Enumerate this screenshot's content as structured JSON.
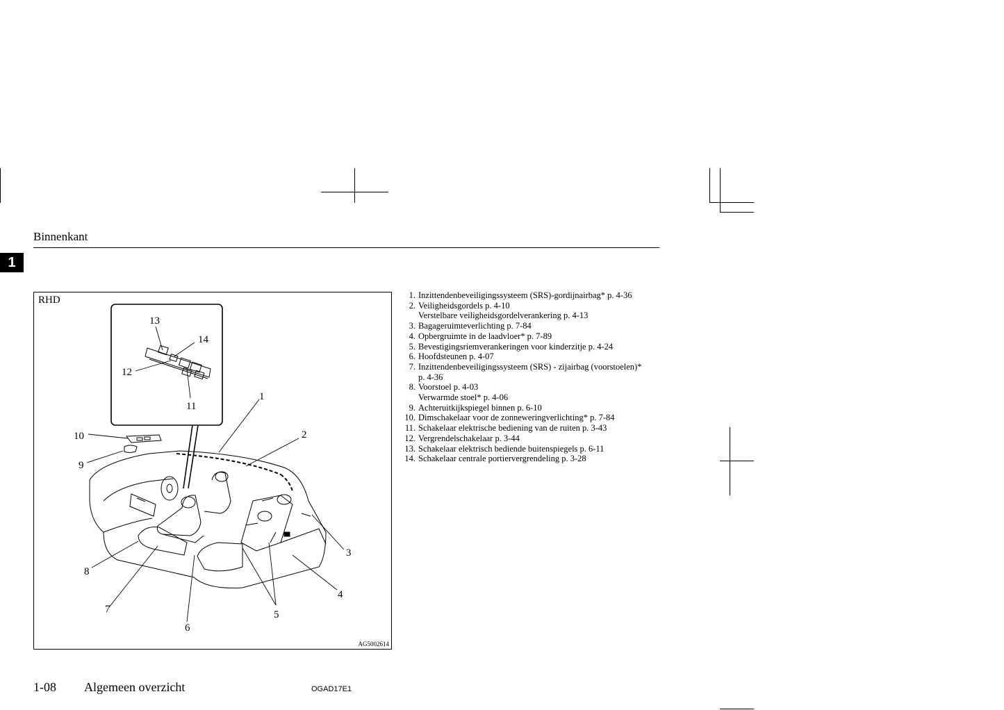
{
  "header": {
    "section_title": "Binnenkant",
    "chapter_number": "1"
  },
  "figure": {
    "label": "RHD",
    "code": "AG5002614",
    "callouts": [
      "1",
      "2",
      "3",
      "4",
      "5",
      "6",
      "7",
      "8",
      "9",
      "10",
      "11",
      "12",
      "13",
      "14"
    ]
  },
  "legend": [
    {
      "num": "1.",
      "text": "Inzittendenbeveiligingssysteem (SRS)-gordijnairbag* p. 4-36",
      "sub": []
    },
    {
      "num": "2.",
      "text": "Veiligheidsgordels p. 4-10",
      "sub": [
        "Verstelbare veiligheidsgordelverankering p. 4-13"
      ]
    },
    {
      "num": "3.",
      "text": "Bagageruimteverlichting p. 7-84",
      "sub": []
    },
    {
      "num": "4.",
      "text": "Opbergruimte in de laadvloer* p. 7-89",
      "sub": []
    },
    {
      "num": "5.",
      "text": "Bevestigingsriemverankeringen voor kinderzitje p. 4-24",
      "sub": []
    },
    {
      "num": "6.",
      "text": "Hoofdsteunen p. 4-07",
      "sub": []
    },
    {
      "num": "7.",
      "text": "Inzittendenbeveiligingssysteem (SRS) - zijairbag (voorstoelen)*",
      "sub": [
        "p. 4-36"
      ]
    },
    {
      "num": "8.",
      "text": "Voorstoel p. 4-03",
      "sub": [
        "Verwarmde stoel* p. 4-06"
      ]
    },
    {
      "num": "9.",
      "text": "Achteruitkijkspiegel binnen p. 6-10",
      "sub": []
    },
    {
      "num": "10.",
      "text": "Dimschakelaar voor de zonneweringverlichting* p. 7-84",
      "sub": []
    },
    {
      "num": "11.",
      "text": "Schakelaar elektrische bediening van de ruiten p. 3-43",
      "sub": []
    },
    {
      "num": "12.",
      "text": "Vergrendelschakelaar p. 3-44",
      "sub": []
    },
    {
      "num": "13.",
      "text": "Schakelaar elektrisch bediende buitenspiegels p. 6-11",
      "sub": []
    },
    {
      "num": "14.",
      "text": "Schakelaar centrale portiervergrendeling p. 3-28",
      "sub": []
    }
  ],
  "footer": {
    "page_number": "1-08",
    "chapter_title": "Algemeen overzicht",
    "doc_code": "OGAD17E1"
  }
}
